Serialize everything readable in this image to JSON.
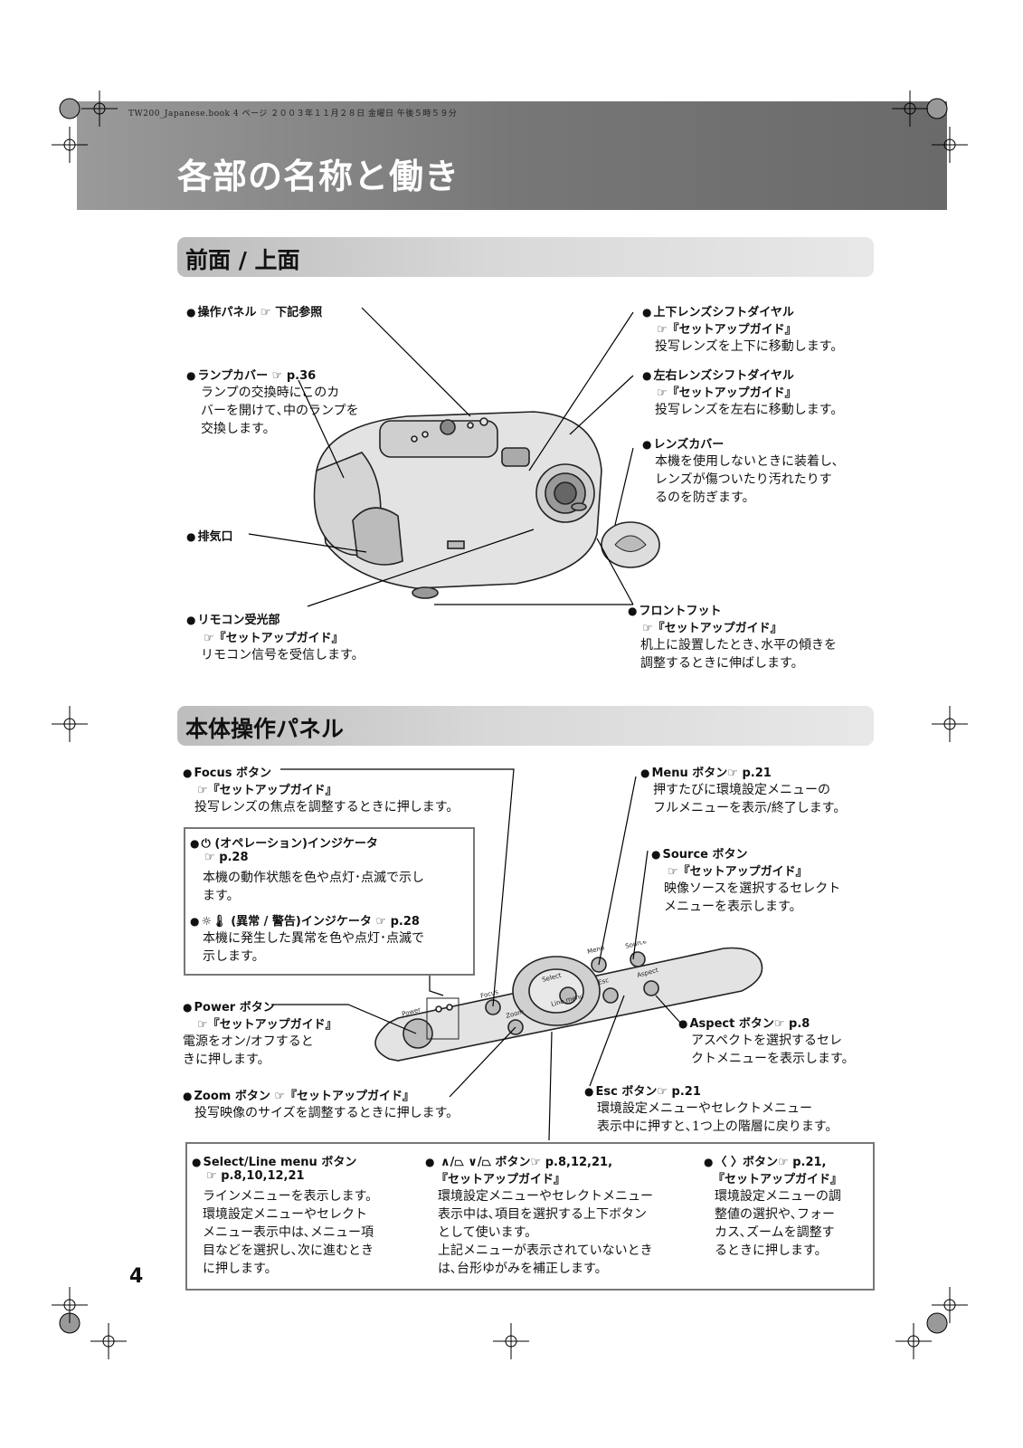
{
  "print_meta": "TW200_Japanese.book 4 ページ ２００３年１１月２８日 金曜日 午後５時５９分",
  "title": "各部の名称と働き",
  "section1": {
    "heading": "前面 / 上面",
    "items": [
      {
        "label": "操作パネル",
        "ref": "下記参照",
        "desc": ""
      },
      {
        "label": "ランプカバー",
        "ref": "p.36",
        "desc": "ランプの交換時にこのカ\nバーを開けて､中のランプを\n交換します。"
      },
      {
        "label": "排気口",
        "ref": "",
        "desc": ""
      },
      {
        "label": "リモコン受光部",
        "ref": "『セットアップガイド』",
        "desc": "リモコン信号を受信します。"
      },
      {
        "label": "上下レンズシフトダイヤル",
        "ref": "『セットアップガイド』",
        "desc": "投写レンズを上下に移動します。"
      },
      {
        "label": "左右レンズシフトダイヤル",
        "ref": "『セットアップガイド』",
        "desc": "投写レンズを左右に移動します。"
      },
      {
        "label": "レンズカバー",
        "ref": "",
        "desc": "本機を使用しないときに装着し､\nレンズが傷ついたり汚れたりす\nるのを防ぎます。"
      },
      {
        "label": "フロントフット",
        "ref": "『セットアップガイド』",
        "desc": "机上に設置したとき､水平の傾きを\n調整するときに伸ばします。"
      }
    ]
  },
  "section2": {
    "heading": "本体操作パネル",
    "items": [
      {
        "label": "Focus ボタン",
        "ref": "『セットアップガイド』",
        "desc": "投写レンズの焦点を調整するときに押します。"
      },
      {
        "label": "(オペレーション)インジケータ",
        "ref": "p.28",
        "desc": "本機の動作状態を色や点灯･点滅で示し\nます。"
      },
      {
        "label": "(異常 / 警告)インジケータ",
        "ref": "p.28",
        "desc": "本機に発生した異常を色や点灯･点滅で\n示します。"
      },
      {
        "label": "Power ボタン",
        "ref": "『セットアップガイド』",
        "desc": "電源をオン/オフすると\nきに押します。"
      },
      {
        "label": "Zoom ボタン",
        "ref": "『セットアップガイド』",
        "desc": "投写映像のサイズを調整するときに押します。"
      },
      {
        "label": "Menu ボタン",
        "ref": "p.21",
        "desc": "押すたびに環境設定メニューの\nフルメニューを表示/終了します。"
      },
      {
        "label": "Source ボタン",
        "ref": "『セットアップガイド』",
        "desc": "映像ソースを選択するセレクト\nメニューを表示します。"
      },
      {
        "label": "Aspect ボタン",
        "ref": "p.8",
        "desc": "アスペクトを選択するセレ\nクトメニューを表示します。"
      },
      {
        "label": "Esc ボタン",
        "ref": "p.21",
        "desc": "環境設定メニューやセレクトメニュー\n表示中に押すと､1つ上の階層に戻ります。"
      }
    ],
    "panel_labels": {
      "power": "Power",
      "focus": "Focus",
      "zoom": "Zoom",
      "select": "Select",
      "line_menu": "Line menu",
      "menu": "Menu",
      "source": "Source",
      "esc": "Esc",
      "aspect": "Aspect"
    }
  },
  "bottom_box": {
    "col1": {
      "label": "Select/Line menu ボタン",
      "ref": "p.8,10,12,21",
      "desc": "ラインメニューを表示します。\n環境設定メニューやセレクト\nメニュー表示中は､メニュー項\n目などを選択し､次に進むとき\nに押します。"
    },
    "col2": {
      "label": "ボタン",
      "ref": "p.8,12,21,",
      "ref2": "『セットアップガイド』",
      "desc": "環境設定メニューやセレクトメニュー\n表示中は､項目を選択する上下ボタン\nとして使います。\n上記メニューが表示されていないとき\nは､台形ゆがみを補正します。"
    },
    "col3": {
      "label": "ボタン",
      "ref": "p.21,",
      "ref2": "『セットアップガイド』",
      "desc": "環境設定メニューの調\n整値の選択や､フォー\nカス､ズームを調整す\nるときに押します。"
    }
  },
  "page_number": "4"
}
